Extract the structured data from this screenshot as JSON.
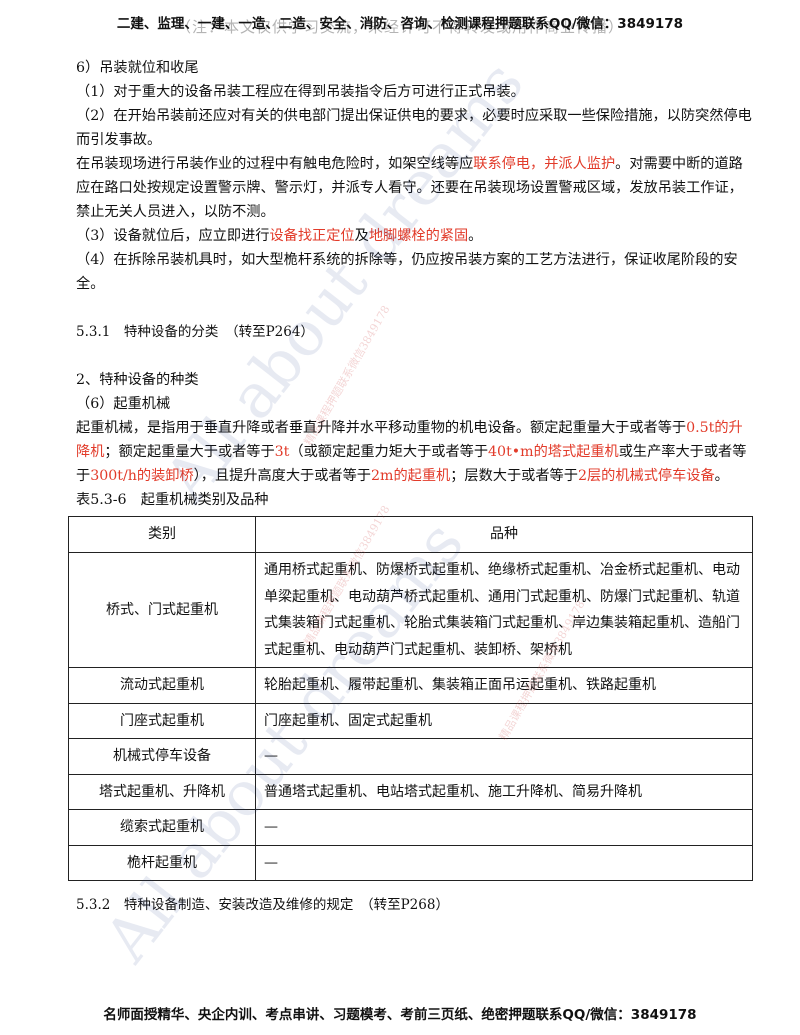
{
  "header": {
    "text": "二建、监理、一建、一造、二造、安全、消防、咨询、检测课程押题联系QQ/微信：3849178",
    "ghost": "（注：本文仅供学习交流，未经许可不得转发或用作商业传播）"
  },
  "blocks": [
    {
      "type": "p",
      "segments": [
        {
          "t": "6）吊装就位和收尾"
        }
      ]
    },
    {
      "type": "p",
      "segments": [
        {
          "t": "（1）对于重大的设备吊装工程应在得到吊装指令后方可进行正式吊装。"
        }
      ]
    },
    {
      "type": "p",
      "segments": [
        {
          "t": "（2）在开始吊装前还应对有关的供电部门提出保证供电的要求，必要时应采取一些保险措施，以防突然停电而引发事故。"
        }
      ]
    },
    {
      "type": "p",
      "segments": [
        {
          "t": "在吊装现场进行吊装作业的过程中有触电危险时，如架空线等应"
        },
        {
          "t": "联系停电，并派人监护",
          "red": true
        },
        {
          "t": "。对需要中断的道路应在路口处按规定设置警示牌、警示灯，并派专人看守。还要在吊装现场设置警戒区域，发放吊装工作证，禁止无关人员进入，以防不测。"
        }
      ]
    },
    {
      "type": "p",
      "segments": [
        {
          "t": "（3）设备就位后，应立即进行"
        },
        {
          "t": "设备找正定位",
          "red": true
        },
        {
          "t": "及"
        },
        {
          "t": "地脚螺栓的紧固",
          "red": true
        },
        {
          "t": "。"
        }
      ]
    },
    {
      "type": "p",
      "segments": [
        {
          "t": "（4）在拆除吊装机具时，如大型桅杆系统的拆除等，仍应按吊装方案的工艺方法进行，保证收尾阶段的安全。"
        }
      ]
    },
    {
      "type": "gap"
    },
    {
      "type": "section",
      "segments": [
        {
          "t": "5.3.1　特种设备的分类　（转至P264）"
        }
      ]
    },
    {
      "type": "gap"
    },
    {
      "type": "p",
      "segments": [
        {
          "t": "2、特种设备的种类"
        }
      ]
    },
    {
      "type": "p",
      "segments": [
        {
          "t": "（6）起重机械"
        }
      ]
    },
    {
      "type": "p",
      "segments": [
        {
          "t": "起重机械，是指用于垂直升降或者垂直升降并水平移动重物的机电设备。额定起重量大于或者等于"
        },
        {
          "t": "0.5t的升降机",
          "red": true
        },
        {
          "t": "；额定起重量大于或者等于"
        },
        {
          "t": "3t",
          "red": true
        },
        {
          "t": "（或额定起重力矩大于或者等于"
        },
        {
          "t": "40t•m的塔式起重机",
          "red": true
        },
        {
          "t": "或生产率大于或者等于"
        },
        {
          "t": "300t/h的装卸桥",
          "red": true
        },
        {
          "t": "），且提升高度大于或者等于"
        },
        {
          "t": "2m的起重机",
          "red": true
        },
        {
          "t": "；层数大于或者等于"
        },
        {
          "t": "2层的机械式停车设备",
          "red": true
        },
        {
          "t": "。"
        }
      ]
    },
    {
      "type": "p",
      "segments": [
        {
          "t": "表5.3-6　起重机械类别及品种"
        }
      ]
    }
  ],
  "table": {
    "headers": [
      "类别",
      "品种"
    ],
    "rows": [
      [
        "桥式、门式起重机",
        "通用桥式起重机、防爆桥式起重机、绝缘桥式起重机、冶金桥式起重机、电动单梁起重机、电动葫芦桥式起重机、通用门式起重机、防爆门式起重机、轨道式集装箱门式起重机、轮胎式集装箱门式起重机、岸边集装箱起重机、造船门式起重机、电动葫芦门式起重机、装卸桥、架桥机"
      ],
      [
        "流动式起重机",
        "轮胎起重机、履带起重机、集装箱正面吊运起重机、铁路起重机"
      ],
      [
        "门座式起重机",
        "门座起重机、固定式起重机"
      ],
      [
        "机械式停车设备",
        "—"
      ],
      [
        "塔式起重机、升降机",
        "普通塔式起重机、电站塔式起重机、施工升降机、简易升降机"
      ],
      [
        "缆索式起重机",
        "—"
      ],
      [
        "桅杆起重机",
        "—"
      ]
    ]
  },
  "after_table": "5.3.2　特种设备制造、安装改造及维修的规定　（转至P268）",
  "footer": "名师面授精华、央企内训、考点串讲、习题模考、考前三页纸、绝密押题联系QQ/微信：3849178",
  "watermarks": {
    "big": "All about dreams",
    "small": "精品课程押题联系微信3849178"
  }
}
